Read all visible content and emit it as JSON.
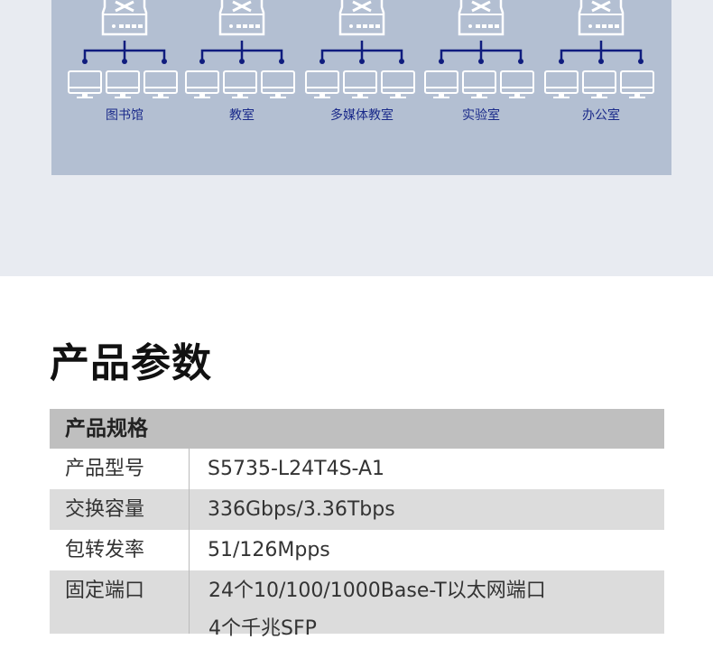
{
  "diagram": {
    "groups": [
      {
        "label": "图书馆"
      },
      {
        "label": "教室"
      },
      {
        "label": "多媒体教室"
      },
      {
        "label": "实验室"
      },
      {
        "label": "办公室"
      }
    ],
    "line_color": "#0f1c7e"
  },
  "section_title": "产品参数",
  "table": {
    "header": "产品规格",
    "rows": [
      {
        "key": "产品型号",
        "value": "S5735-L24T4S-A1"
      },
      {
        "key": "交换容量",
        "value": "336Gbps/3.36Tbps"
      },
      {
        "key": "包转发率",
        "value": "51/126Mpps"
      },
      {
        "key": "固定端口",
        "value": "24个10/100/1000Base-T以太网端口",
        "value2": "4个千兆SFP"
      }
    ]
  }
}
